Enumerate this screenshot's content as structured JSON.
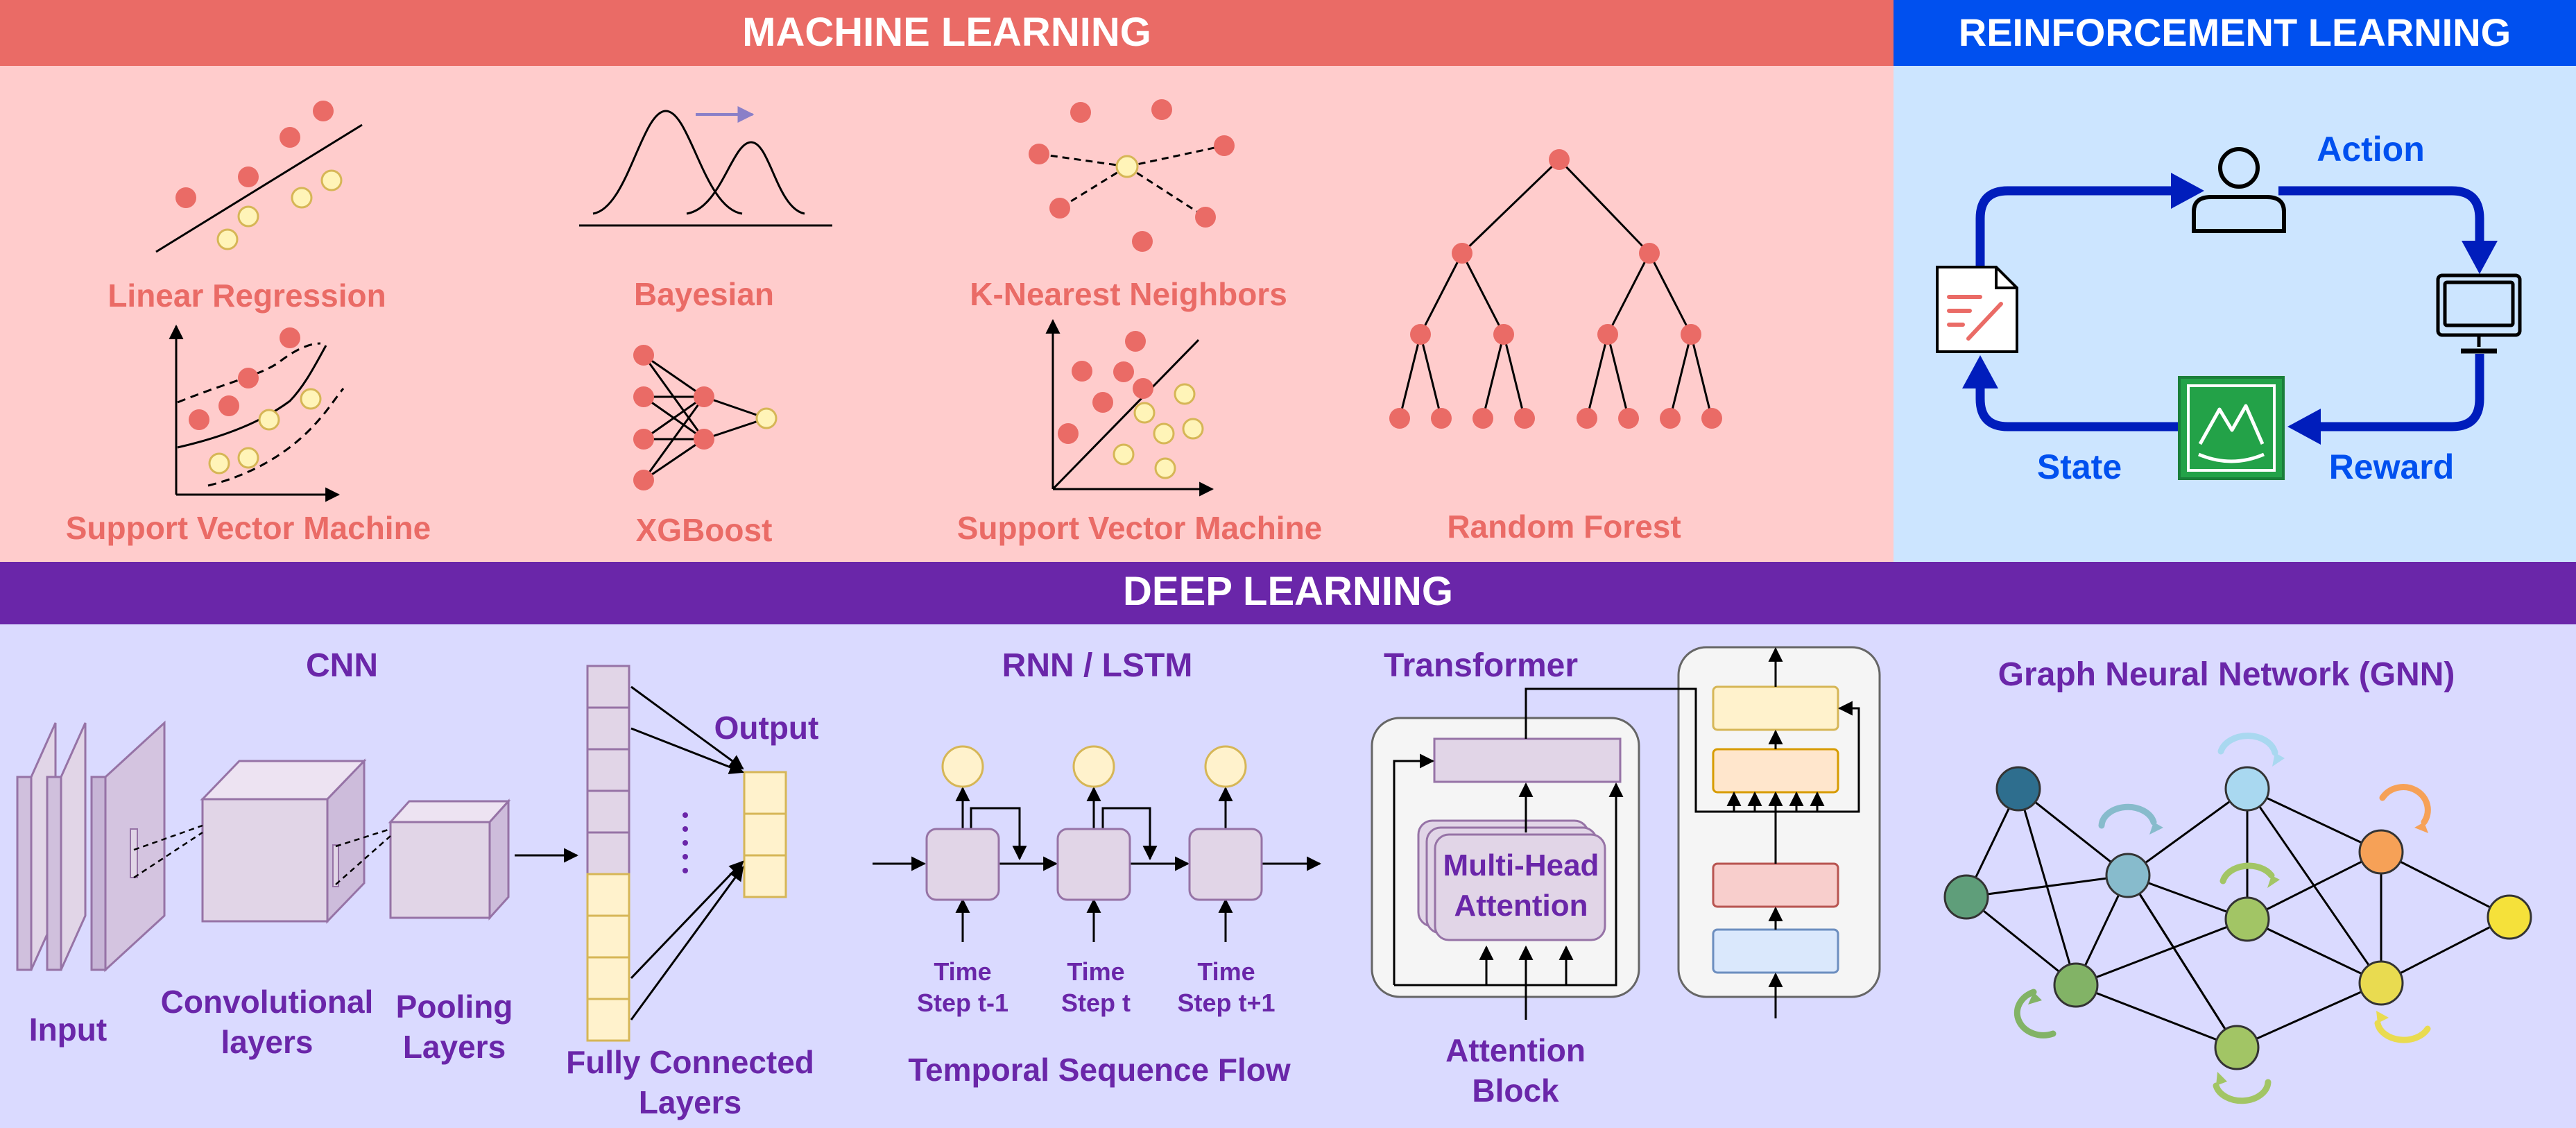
{
  "sections": {
    "ml_header": "MACHINE LEARNING",
    "rl_header": "REINFORCEMENT LEARNING",
    "dl_header": "DEEP LEARNING"
  },
  "ml": {
    "linear_regression": "Linear Regression",
    "bayesian": "Bayesian",
    "knn": "K-Nearest Neighbors",
    "svm_1": "Support Vector Machine",
    "xgboost": "XGBoost",
    "svm_2": "Support Vector Machine",
    "random_forest": "Random Forest"
  },
  "rl": {
    "action": "Action",
    "state": "State",
    "reward": "Reward"
  },
  "dl": {
    "cnn": "CNN",
    "input": "Input",
    "conv_1": "Convolutional",
    "conv_2": "layers",
    "pool_1": "Pooling",
    "pool_2": "Layers",
    "fc_1": "Fully Connected",
    "fc_2": "Layers",
    "output": "Output",
    "rnn": "RNN / LSTM",
    "t1_a": "Time",
    "t1_b": "Step t-1",
    "t2_a": "Time",
    "t2_b": "Step t",
    "t3_a": "Time",
    "t3_b": "Step t+1",
    "temporal": "Temporal Sequence Flow",
    "transformer": "Transformer",
    "mha_1": "Multi-Head",
    "mha_2": "Attention",
    "attn_1": "Attention",
    "attn_2": "Block",
    "gnn": "Graph Neural Network (GNN)"
  },
  "colors": {
    "ml_header": "#EA6B66",
    "ml_bg": "#FFCCCC",
    "rl_header": "#0050EF",
    "rl_bg": "#CCE5FF",
    "dl_header": "#6A26A9",
    "dl_bg": "#DADAFF"
  },
  "icons": [
    "user-icon",
    "monitor-icon",
    "document-edit-icon",
    "environment-landscape-icon"
  ]
}
